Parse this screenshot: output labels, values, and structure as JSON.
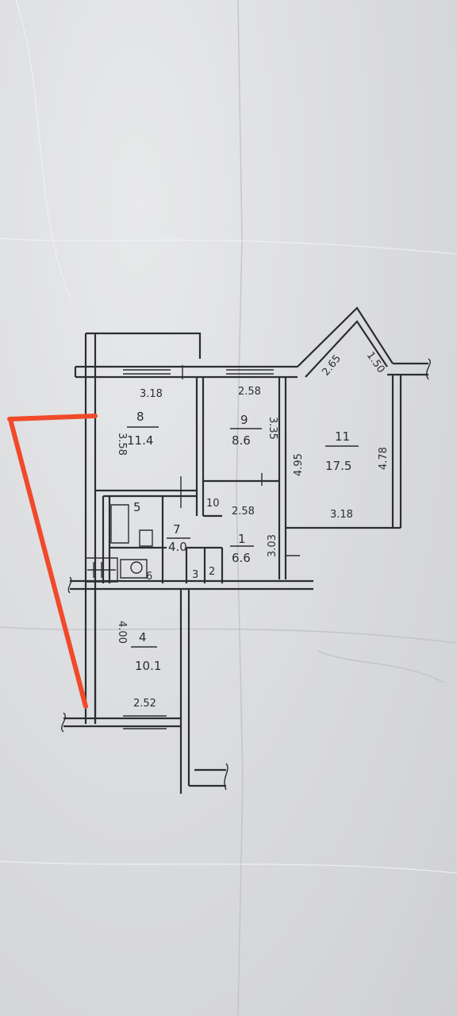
{
  "plan": {
    "marker_color": "#f04a2a",
    "ink_color": "#2b2d33",
    "rooms": [
      {
        "number": "8",
        "area": "11.4"
      },
      {
        "number": "9",
        "area": "8.6"
      },
      {
        "number": "11",
        "area": "17.5"
      },
      {
        "number": "5",
        "area": ""
      },
      {
        "number": "7",
        "area": "4.0"
      },
      {
        "number": "1",
        "area": "6.6"
      },
      {
        "number": "10",
        "area": ""
      },
      {
        "number": "6",
        "area": ""
      },
      {
        "number": "3",
        "area": ""
      },
      {
        "number": "2",
        "area": ""
      },
      {
        "number": "4",
        "area": "10.1"
      }
    ],
    "dimensions": {
      "d_318_top": "3.18",
      "d_258_top": "2.58",
      "d_358": "3.58",
      "d_335": "3.35",
      "d_495": "4.95",
      "d_265": "2.65",
      "d_150": "1.50",
      "d_478": "4.78",
      "d_258_mid": "2.58",
      "d_303": "3.03",
      "d_318_right": "3.18",
      "d_400": "4.00",
      "d_252": "2.52"
    }
  }
}
